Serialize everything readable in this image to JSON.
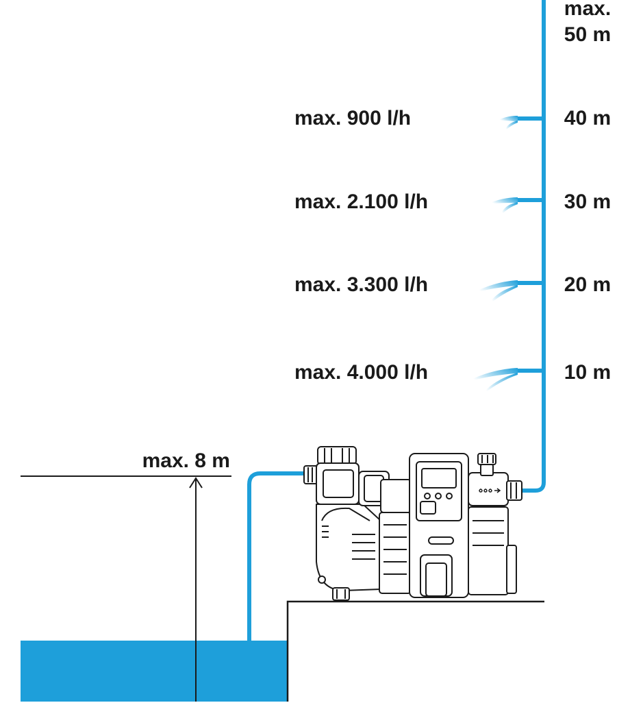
{
  "colors": {
    "water": "#1e9fda",
    "ink": "#1a1a1a",
    "background": "#ffffff"
  },
  "height_labels": {
    "top_line1": "max.",
    "top_line2": "50 m",
    "h40": "40 m",
    "h30": "30 m",
    "h20": "20 m",
    "h10": "10 m"
  },
  "flow_labels": {
    "at40": "max. 900 l/h",
    "at30": "max. 2.100 l/h",
    "at20": "max. 3.300 l/h",
    "at10": "max. 4.000 l/h"
  },
  "suction": {
    "label": "max. 8 m"
  },
  "pump_icons": {
    "controller_buttons": 3,
    "drop_symbol": "water-drop-arrow-icon"
  }
}
